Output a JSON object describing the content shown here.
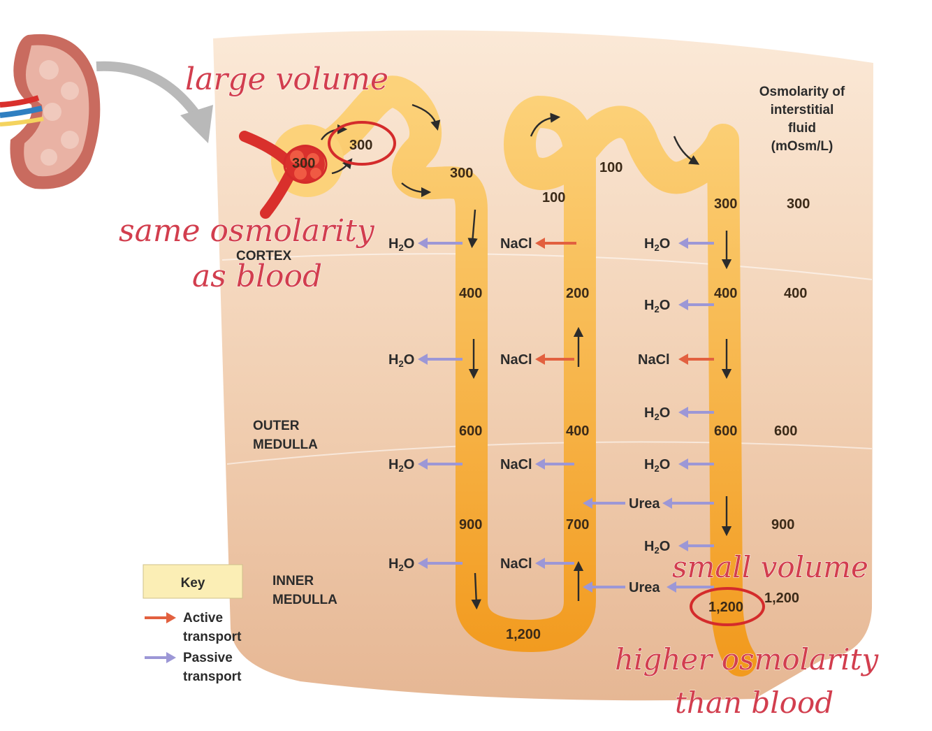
{
  "annotations": {
    "large_volume": "large volume",
    "same_osmolarity_1": "same osmolarity",
    "same_osmolarity_2": "as blood",
    "small_volume": "small volume",
    "higher_osmolarity_1": "higher osmolarity",
    "higher_osmolarity_2": "than blood"
  },
  "header": {
    "line1": "Osmolarity of",
    "line2": "interstitial",
    "line3": "fluid",
    "line4": "(mOsm/L)"
  },
  "zones": {
    "cortex": "CORTEX",
    "outer_1": "OUTER",
    "outer_2": "MEDULLA",
    "inner_1": "INNER",
    "inner_2": "MEDULLA"
  },
  "interstitial": [
    "300",
    "400",
    "600",
    "900",
    "1,200"
  ],
  "tubule": {
    "glomerulus": "300",
    "bowman": "300",
    "proximal": "300",
    "distal_top": "100",
    "distal_mid": "100",
    "collecting_top": "300",
    "desc_400": "400",
    "desc_600": "600",
    "desc_900": "900",
    "loop_bottom": "1,200",
    "asc_200": "200",
    "asc_400": "400",
    "asc_700": "700",
    "coll_400": "400",
    "coll_600": "600",
    "coll_1200": "1,200"
  },
  "ions": {
    "h2o": "H",
    "h2o_sub": "2",
    "h2o_tail": "O",
    "nacl": "NaCl",
    "urea": "Urea"
  },
  "key": {
    "title": "Key",
    "active_1": "Active",
    "active_2": "transport",
    "passive_1": "Passive",
    "passive_2": "transport"
  },
  "colors": {
    "active": "#e2603f",
    "passive": "#9c97d6",
    "tubule_light": "#fcd27a",
    "tubule_dark": "#f2a226",
    "annotation": "#d23e4e",
    "key_bg": "#fbeeb5"
  }
}
